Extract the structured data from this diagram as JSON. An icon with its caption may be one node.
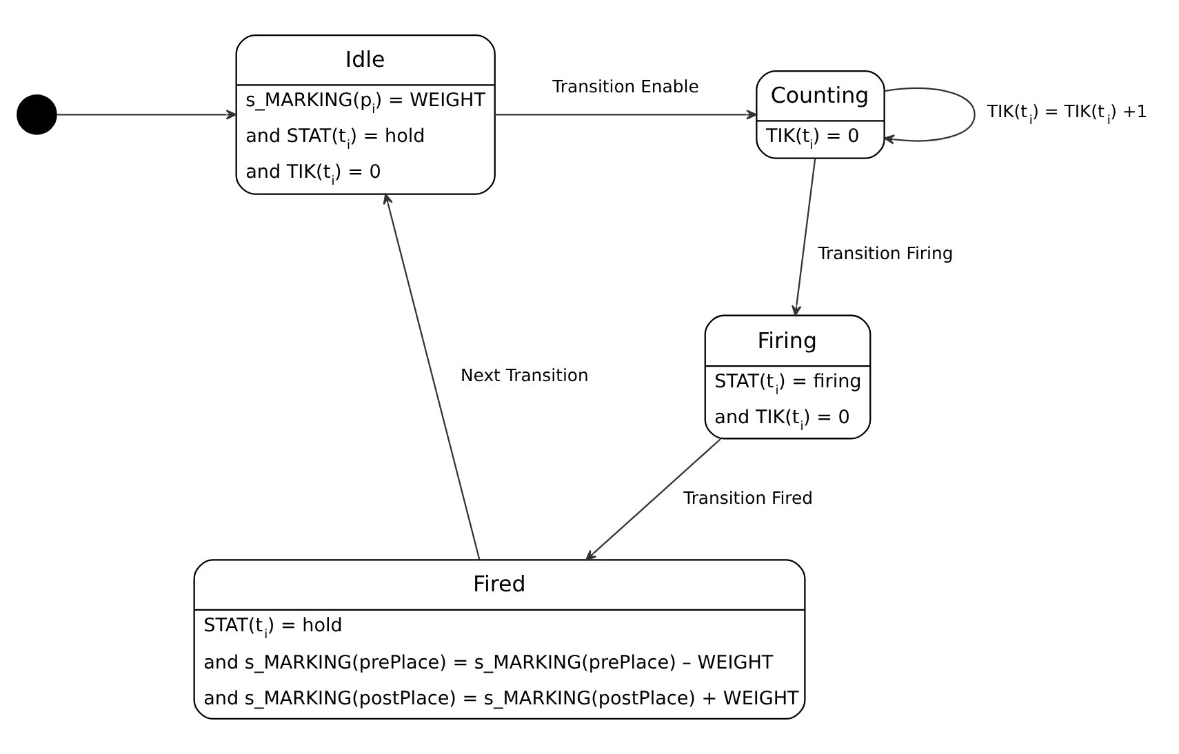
{
  "diagram": {
    "nodes": [
      {
        "text": [],
        "shape": "circle"
      },
      {
        "text": [
          "Idle",
          "s_MARKING(p$_{i}$) = WEIGHT",
          "and STAT(t$_{i}$) = hold",
          "and TIK(t$_{i}$) = 0"
        ]
      },
      {
        "text": [
          "Counting",
          "TIK(t$_{i}$) = 0"
        ]
      },
      {
        "text": [
          "Firing",
          "STAT(t$_{i}$) = firing",
          "and TIK(t$_{i}$) = 0"
        ]
      },
      {
        "text": [
          "Fired",
          "STAT(t$_{i}$) = hold",
          "and s_MARKING(prePlace) = s_MARKING(prePlace) – WEIGHT",
          "and s_MARKING(postPlace) = s_MARKING(postPlace) + WEIGHT"
        ]
      }
    ],
    "edges": [
      {
        "from": 0,
        "to": 1,
        "arrow": "to"
      },
      {
        "from": 1,
        "to": 2,
        "arrow": "to",
        "label": "Transition Enable"
      },
      {
        "from": 2,
        "to": 2,
        "arrow": "to",
        "label": "TIK(t$_{i}$) = TIK(t$_{i}$) +1"
      },
      {
        "from": 2,
        "to": 3,
        "arrow": "to",
        "label": "Transition Firing"
      },
      {
        "from": 3,
        "to": 4,
        "arrow": "to",
        "label": "Transition Fired"
      },
      {
        "from": 4,
        "to": 1,
        "arrow": "to",
        "label": "Next Transition"
      }
    ]
  }
}
